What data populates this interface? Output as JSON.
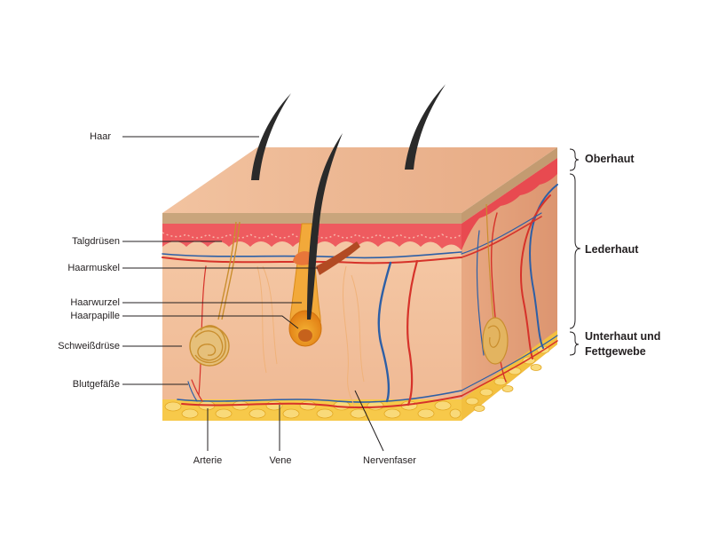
{
  "labels": {
    "haar": "Haar",
    "talgdruesen": "Talgdrüsen",
    "haarmuskel": "Haarmuskel",
    "haarwurzel": "Haarwurzel",
    "haarpapille": "Haarpapille",
    "schweissdruese": "Schweißdrüse",
    "blutgefaesse": "Blutgefäße",
    "arterie": "Arterie",
    "vene": "Vene",
    "nervenfaser": "Nervenfaser"
  },
  "layers": {
    "oberhaut": "Oberhaut",
    "lederhaut": "Lederhaut",
    "unterhaut_line1": "Unterhaut und",
    "unterhaut_line2": "Fettgewebe"
  },
  "colors": {
    "skin_front": "#f4c4a2",
    "skin_top": "#eab08c",
    "skin_side": "#e4a07a",
    "epidermis": "#caa47a",
    "dermis_band": "#ef5a5e",
    "fat": "#f6c94a",
    "artery": "#d6322a",
    "vein": "#2d5fa6",
    "hair": "#2a2a2a",
    "gland": "#d9a441"
  }
}
